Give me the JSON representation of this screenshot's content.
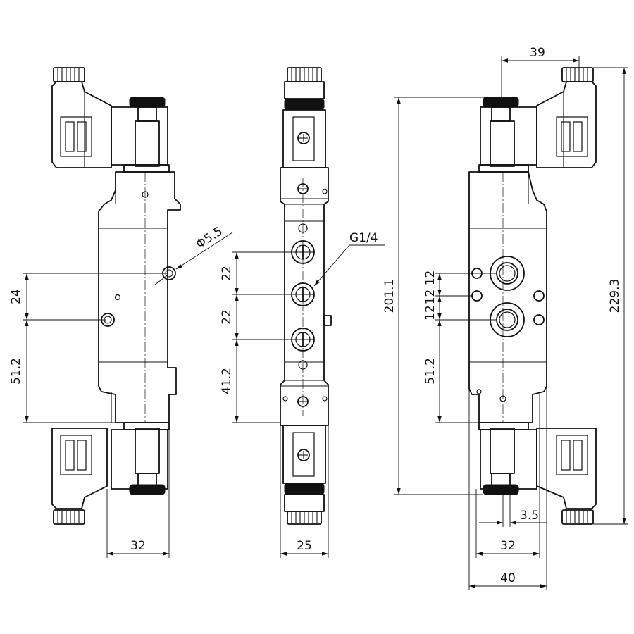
{
  "drawing": {
    "left_view": {
      "hole_diameter_label": "Φ5.5",
      "dim_24": "24",
      "dim_51_2": "51.2",
      "dim_32": "32"
    },
    "middle_view": {
      "port_label": "G1/4",
      "dim_22_top": "22",
      "dim_22_bottom": "22",
      "dim_41_2": "41.2",
      "dim_25": "25"
    },
    "right_view": {
      "dim_39": "39",
      "dim_201_1": "201.1",
      "dim_229_3": "229.3",
      "dim_12_12": "12 12",
      "dim_12": "12",
      "dim_51_2": "51.2",
      "dim_3_5": "3.5",
      "dim_32": "32",
      "dim_40": "40"
    }
  }
}
